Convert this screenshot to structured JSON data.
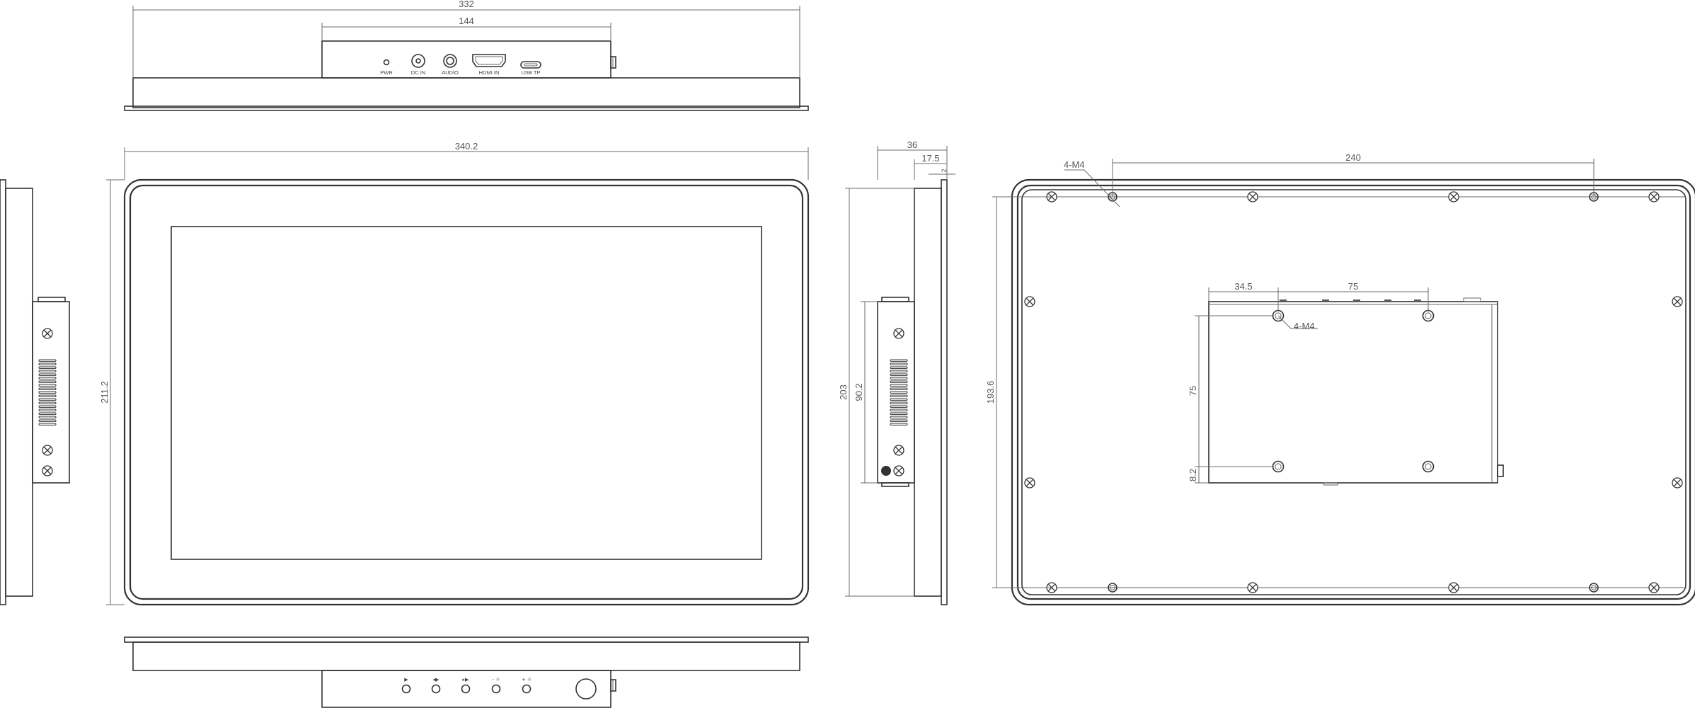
{
  "colors": {
    "line": "#333333",
    "dimension": "#6b6b6b",
    "text": "#555555",
    "background": "#ffffff"
  },
  "dimensions": {
    "top_overall_width": "332",
    "top_box_width": "144",
    "front_width": "340.2",
    "front_height": "211.2",
    "side_depth": "36",
    "side_depth_inner": "17.5",
    "side_bezel": "2",
    "side_height": "203",
    "side_box_height": "90.2",
    "back_hole_spacing": "240",
    "back_hole_label": "4-M4",
    "back_height": "193.6",
    "vesa_offset": "34.5",
    "vesa_width": "75",
    "vesa_label": "4-M4",
    "vesa_height": "75",
    "vesa_bottom": "8.2"
  },
  "ports": {
    "pwr": "PWR",
    "dc_in": "DC IN",
    "audio": "AUDIO",
    "hdmi_in": "HDMI IN",
    "usb_tp": "USB TP"
  },
  "buttons": [
    {
      "icon": "menu-icon"
    },
    {
      "icon": "left-icon"
    },
    {
      "icon": "right-icon"
    },
    {
      "icon": "brightness-down-icon"
    },
    {
      "icon": "brightness-up-icon"
    },
    {
      "icon": "power-icon"
    }
  ]
}
